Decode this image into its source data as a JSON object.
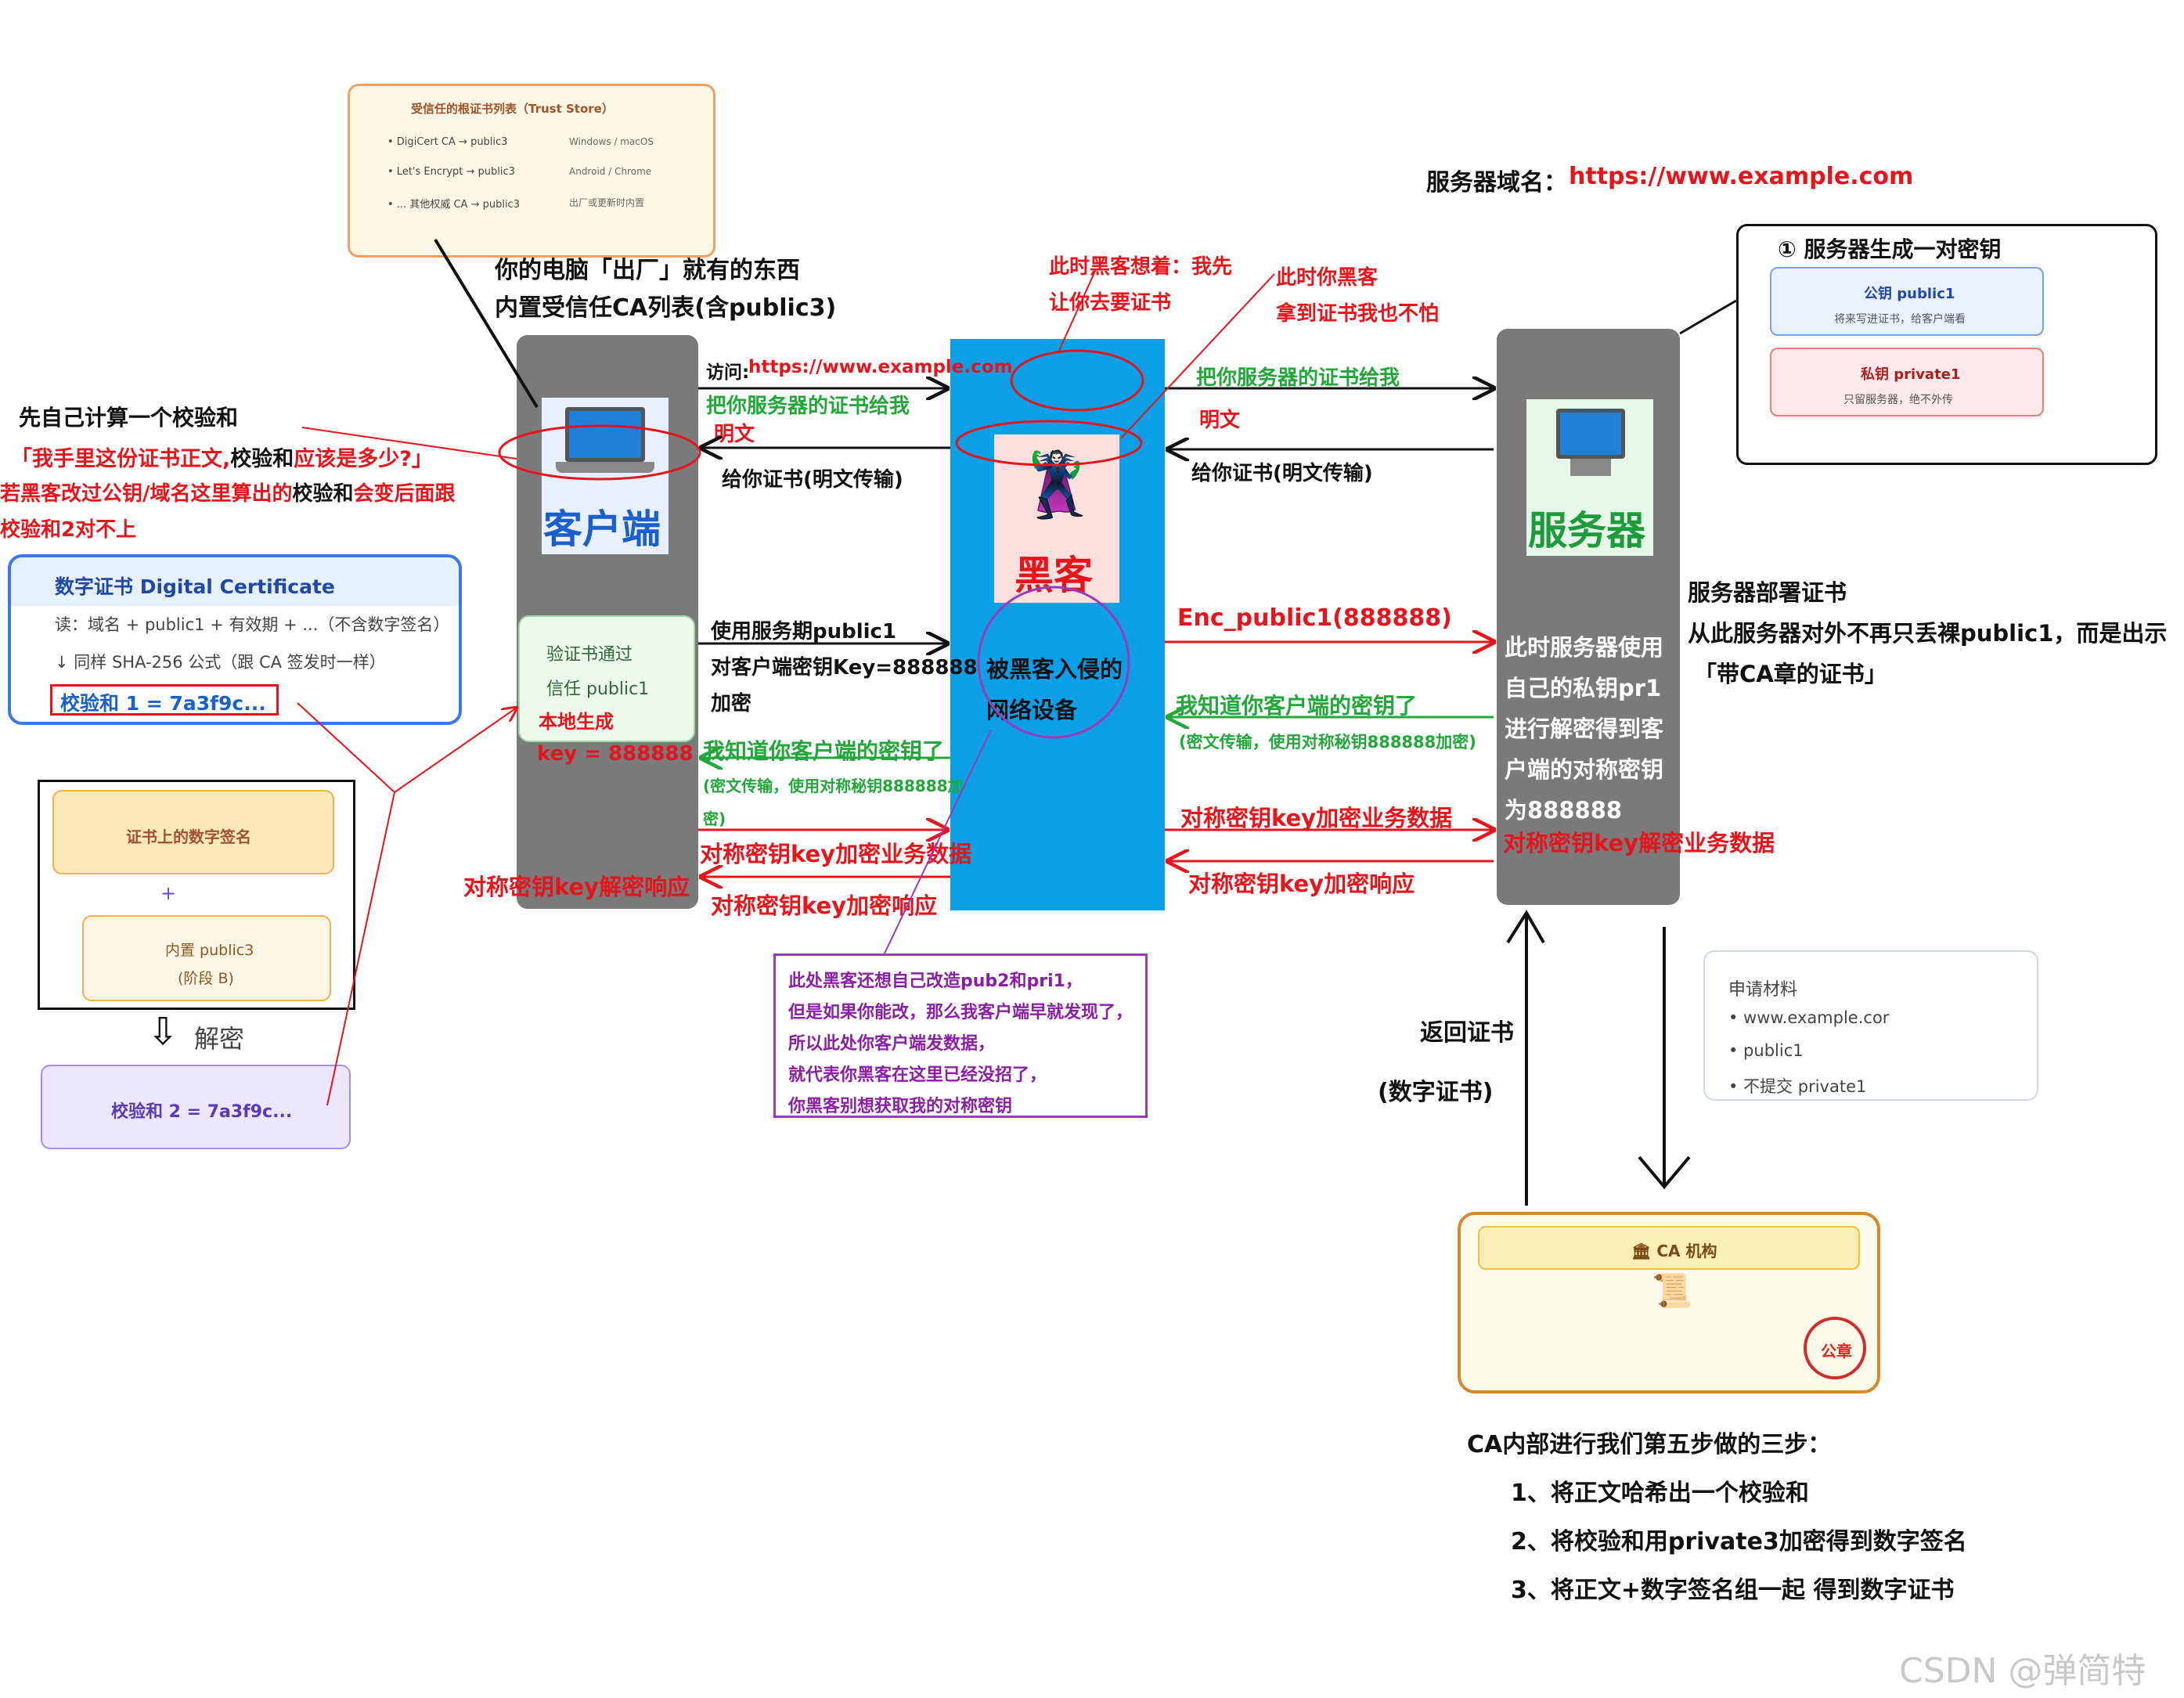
{
  "trust_store": {
    "title": "受信任的根证书列表（Trust Store）",
    "rows": [
      {
        "left": "• DigiCert CA → public3",
        "right": "Windows / macOS"
      },
      {
        "left": "• Let's Encrypt → public3",
        "right": "Android / Chrome"
      },
      {
        "left": "• ... 其他权威 CA → public3",
        "right": "出厂或更新时内置"
      }
    ]
  },
  "client_note": {
    "line1": "你的电脑「出厂」就有的东西",
    "line2": "内置受信任CA列表(含public3)"
  },
  "server_domain": {
    "label": "服务器域名：",
    "url": "https://www.example.com"
  },
  "keypair": {
    "title": "① 服务器生成一对密钥",
    "public_title": "公钥 public1",
    "public_desc": "将来写进证书，给客户端看",
    "private_title": "私钥 private1",
    "private_desc": "只留服务器，绝不外传"
  },
  "hacker_notes": {
    "n1a": "此时黑客想着：我先",
    "n1b": "让你去要证书",
    "n2a": "此时你黑客",
    "n2b": "拿到证书我也不怕"
  },
  "lanes": {
    "client": "客户端",
    "hacker": "黑客",
    "server": "服务器",
    "hacker_device_1": "被黑客入侵的",
    "hacker_device_2": "网络设备"
  },
  "messages": {
    "visit_prefix": "访问:",
    "visit_url": "https://www.example.com",
    "give_cert_1": "把你服务器的证书给我",
    "give_cert_2": "明文",
    "give_cert_r1": "把你服务器的证书给我",
    "give_cert_r2": "明文",
    "return_cert_l": "给你证书(明文传输)",
    "return_cert_r": "给你证书(明文传输)",
    "use_pub_1": "使用服务期public1",
    "use_pub_2": "对客户端密钥Key=888888",
    "use_pub_3": "加密",
    "enc": "Enc_public1(888888)",
    "know_key_l": "我知道你客户端的密钥了",
    "know_key_l_sub1": "(密文传输，使用对称秘钥888888加",
    "know_key_l_sub2": "密)",
    "know_key_r": "我知道你客户端的密钥了",
    "know_key_r_sub": "(密文传输，使用对称秘钥888888加密)",
    "sym_enc_l": "对称密钥key加密业务数据",
    "sym_enc_r": "对称密钥key加密业务数据",
    "sym_dec_client": "对称密钥key解密响应",
    "sym_enc_resp_l": "对称密钥key加密响应",
    "sym_enc_resp_r": "对称密钥key加密响应",
    "sym_dec_server": "对称密钥key解密业务数据"
  },
  "server_decrypt": [
    "此时服务器使用",
    "自己的私钥pr1",
    "进行解密得到客",
    "户端的对称密钥",
    "为888888"
  ],
  "server_deploy": {
    "line1": "服务器部署证书",
    "line2": "从此服务器对外不再只丢裸public1，而是出示",
    "line3": "「带CA章的证书」"
  },
  "checksum_note": {
    "title": "先自己计算一个校验和",
    "l2a": "「我手里这份证书正文,",
    "l2b": "校验和",
    "l2c": "应该是多少?」",
    "l3a": "若黑客改过公钥/域名这里算出的",
    "l3b": "校验和",
    "l3c": "会变后面跟",
    "l4": "校验和2对不上"
  },
  "cert_card": {
    "title": "数字证书 Digital Certificate",
    "line1": "读：域名 + public1 + 有效期 + ...（不含数字签名）",
    "line2": "↓ 同样 SHA-256 公式（跟 CA 签发时一样）",
    "checksum1": "校验和 1 = 7a3f9c..."
  },
  "verify_box": {
    "l1": "验证书通过",
    "l2": "信任 public1",
    "l3": "本地生成",
    "l4": "key = 888888"
  },
  "sig_box": {
    "sig": "证书上的数字签名",
    "plus": "+",
    "pub3_1": "内置 public3",
    "pub3_2": "(阶段 B)",
    "decrypt": "解密",
    "checksum2": "校验和 2 = 7a3f9c..."
  },
  "hacker_purple": [
    "此处黑客还想自己改造pub2和pri1，",
    "但是如果你能改，那么我客户端早就发现了，",
    "所以此处你客户端发数据，",
    "就代表你黑客在这里已经没招了，",
    "你黑客别想获取我的对称密钥"
  ],
  "return_cert": {
    "l1": "返回证书",
    "l2": "(数字证书)"
  },
  "apply": {
    "title": "申请材料",
    "i1": "• www.example.cor",
    "i2": "• public1",
    "i3": "• 不提交 private1"
  },
  "ca": {
    "title": "🏛 CA 机构",
    "seal": "公章"
  },
  "ca_steps": {
    "title": "CA内部进行我们第五步做的三步：",
    "s1": "1、将正文哈希出一个校验和",
    "s2": "2、将校验和用private3加密得到数字签名",
    "s3": "3、将正文+数字签名组一起 得到数字证书"
  },
  "watermark": "CSDN @弹简特",
  "colors": {
    "red": "#e8141c",
    "green": "#22a83a",
    "lane_gray": "#7a7a7a",
    "hacker_blue": "#0a9fe6",
    "purple": "#8a1fa6"
  }
}
